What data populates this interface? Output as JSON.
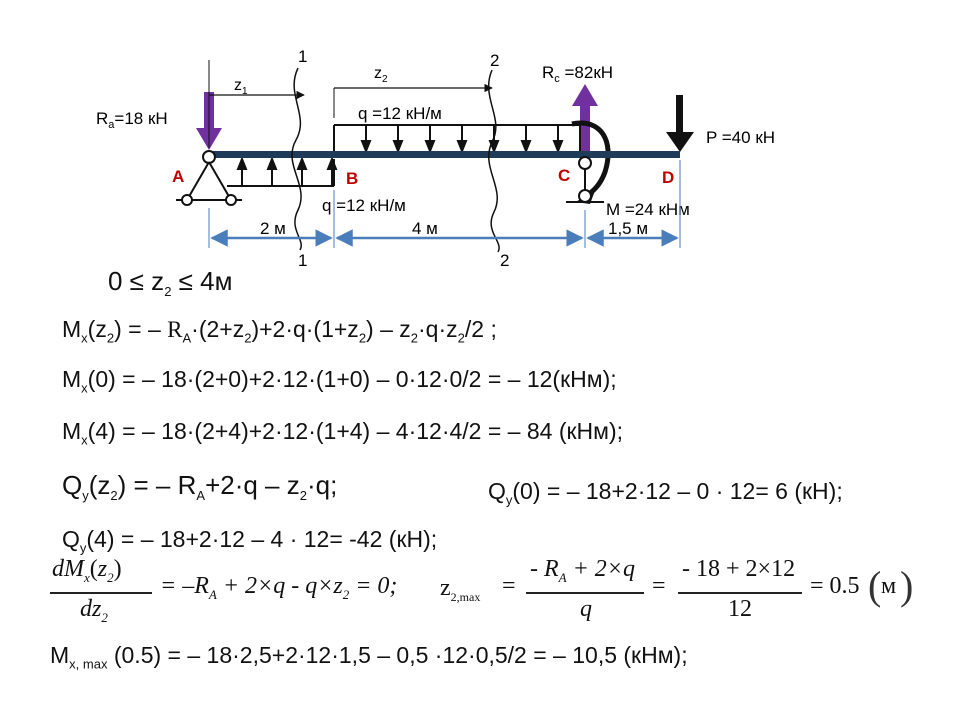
{
  "diagram": {
    "reactions": {
      "ra_label": "R",
      "ra_sub": "a",
      "ra_value": "=18 кН",
      "rc_label": "R",
      "rc_sub": "c",
      "rc_value": " =82кН",
      "p_label": "P =40 кН",
      "m_label": "M =24 кНм"
    },
    "points": {
      "a": "A",
      "b": "B",
      "c": "C",
      "d": "D"
    },
    "loads": {
      "q_top": "q =12 кН/м",
      "q_bottom": "q =12 кН/м"
    },
    "sections": {
      "s1": "1",
      "s2": "2"
    },
    "coords": {
      "z1": "z",
      "z1_sub": "1",
      "z2": "z",
      "z2_sub": "2"
    },
    "dims": {
      "d1": "2 м",
      "d2": "4 м",
      "d3": "1,5 м"
    },
    "colors": {
      "beam": "#1f3b5a",
      "reaction": "#7030a0",
      "dim": "#4a7ebb",
      "point": "#c00000"
    }
  },
  "eq": {
    "range": {
      "a": "0 ≤ z",
      "sub": "2",
      "b": " ≤ 4м"
    },
    "mx": {
      "p1": "M",
      "s1": "x",
      "p2": "(z",
      "s2": "2",
      "p3": ") = – ",
      "p4": "R",
      "s4": "A",
      "p5": "·(2+z",
      "s5": "2",
      "p6": ")+2·q·(1+z",
      "s6": "2",
      "p7": ") – z",
      "s7": "2",
      "p8": "·q·z",
      "s8": "2",
      "p9": "/2 ;"
    },
    "mx0": {
      "p1": "M",
      "s1": "x",
      "p2": "(0) = – 18·(2+0)+2·12·(1+0) – 0·12·0/2 = – 12(кНм);"
    },
    "mx4": {
      "p1": "M",
      "s1": "x",
      "p2": "(4) = – 18·(2+4)+2·12·(1+4) – 4·12·4/2 = – 84 (кНм);"
    },
    "qy": {
      "p1": "Q",
      "s1": "y",
      "p2": "(z",
      "s2": "2",
      "p3": ") = – R",
      "s3": "A",
      "p4": "+2·q – z",
      "s4": "2",
      "p5": "·q;"
    },
    "qy0": {
      "p1": "Q",
      "s1": "y",
      "p2": "(0) = – 18+2·12 – 0 · 12= 6 (кН);"
    },
    "qy4": {
      "p1": "Q",
      "s1": "y",
      "p2": "(4) = – 18+2·12 – 4 · 12= -42 (кН);"
    },
    "deriv": {
      "num_a": "dM",
      "num_sub": "x",
      "num_b": "z",
      "num_sub2": "2",
      "den_a": "dz",
      "den_sub": "2",
      "rhs": "= –R",
      "rhs_sub": "A",
      "rhs_b": " + 2×q - q×z",
      "rhs_sub2": "2",
      "rhs_c": " = 0;",
      "zmax": "z",
      "zmax_sub": "2,max",
      "eq1": "=",
      "f1_num_a": "- R",
      "f1_num_sub": "A",
      "f1_num_b": " + 2×q",
      "f1_den": "q",
      "eq2": "=",
      "f2_num": "- 18 + 2×12",
      "f2_den": "12",
      "eq3": "= 0.5",
      "unit": "м"
    },
    "mmax": {
      "p1": "M",
      "s1": "x, max",
      "p2": " (0.5) = – 18·2,5+2·12·1,5 – 0,5 ·12·0,5/2 = – 10,5 (кНм);"
    }
  }
}
